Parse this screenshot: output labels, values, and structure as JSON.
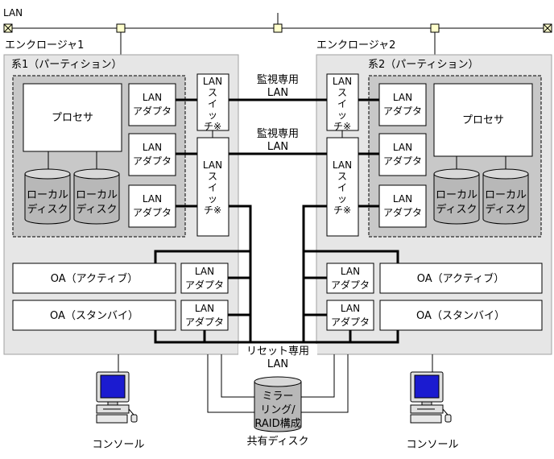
{
  "lan_label": "LAN",
  "enclosures": [
    {
      "name": "エンクロージャ1",
      "system": "系1（パーティション）",
      "processor": "プロセサ",
      "disks": [
        [
          "ローカル",
          "ディスク"
        ],
        [
          "ローカル",
          "ディスク"
        ]
      ],
      "adapters": [
        [
          "LAN",
          "アダプタ"
        ],
        [
          "LAN",
          "アダプタ"
        ],
        [
          "LAN",
          "アダプタ"
        ]
      ],
      "switches": [
        [
          "LAN",
          "ス",
          "イ",
          "ッ",
          "チ※"
        ],
        [
          "LAN",
          "ス",
          "イ",
          "ッ",
          "チ※"
        ]
      ],
      "oa": [
        {
          "label": "OA（アクティブ）",
          "adapter": [
            "LAN",
            "アダプタ"
          ]
        },
        {
          "label": "OA（スタンバイ）",
          "adapter": [
            "LAN",
            "アダプタ"
          ]
        }
      ]
    },
    {
      "name": "エンクロージャ2",
      "system": "系2（パーティション）",
      "processor": "プロセサ",
      "disks": [
        [
          "ローカル",
          "ディスク"
        ],
        [
          "ローカル",
          "ディスク"
        ]
      ],
      "adapters": [
        [
          "LAN",
          "アダプタ"
        ],
        [
          "LAN",
          "アダプタ"
        ],
        [
          "LAN",
          "アダプタ"
        ]
      ],
      "switches": [
        [
          "LAN",
          "ス",
          "イ",
          "ッ",
          "チ※"
        ],
        [
          "LAN",
          "ス",
          "イ",
          "ッ",
          "チ※"
        ]
      ],
      "oa": [
        {
          "label": "OA（アクティブ）",
          "adapter": [
            "LAN",
            "アダプタ"
          ]
        },
        {
          "label": "OA（スタンバイ）",
          "adapter": [
            "LAN",
            "アダプタ"
          ]
        }
      ]
    }
  ],
  "monitor_lans": [
    [
      "監視専用",
      "LAN"
    ],
    [
      "監視専用",
      "LAN"
    ]
  ],
  "reset_lan": [
    "リセット専用",
    "LAN"
  ],
  "shared_disk": {
    "lines": [
      "ミラー",
      "リング/",
      "RAID構成"
    ],
    "caption": "共有ディスク"
  },
  "consoles": [
    "コンソール",
    "コンソール"
  ]
}
